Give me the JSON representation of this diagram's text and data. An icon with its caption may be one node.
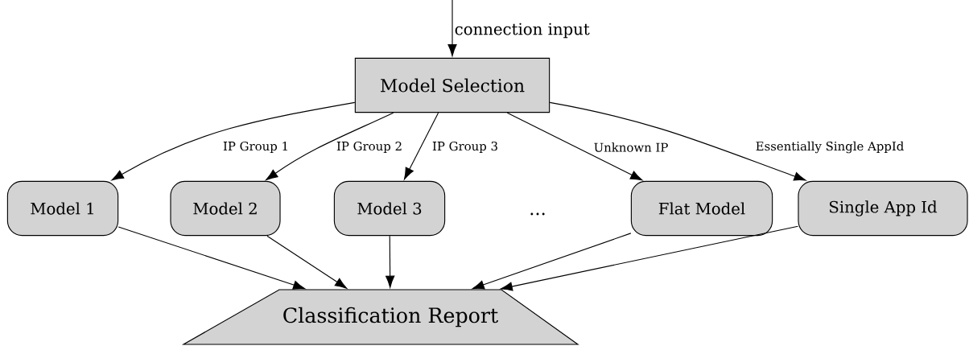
{
  "diagram": {
    "nodes": [
      {
        "text": [
          "Model Selection"
        ]
      },
      {
        "text": [
          "Model 1"
        ]
      },
      {
        "text": [
          "Model 2"
        ]
      },
      {
        "text": [
          "Model 3"
        ]
      },
      {
        "text": [
          "Flat Model"
        ]
      },
      {
        "text": [
          "Single App Id"
        ]
      },
      {
        "text": [
          "Classification Report"
        ]
      }
    ],
    "edges": [
      {
        "from": null,
        "to": 0,
        "arrow": "to",
        "label": "connection input"
      },
      {
        "from": 0,
        "to": 1,
        "arrow": "to",
        "label": "IP Group 1"
      },
      {
        "from": 0,
        "to": 2,
        "arrow": "to",
        "label": "IP Group 2"
      },
      {
        "from": 0,
        "to": 3,
        "arrow": "to",
        "label": "IP Group 3"
      },
      {
        "from": 0,
        "to": 4,
        "arrow": "to",
        "label": "Unknown IP"
      },
      {
        "from": 0,
        "to": 5,
        "arrow": "to",
        "label": "Essentially Single AppId"
      },
      {
        "from": 1,
        "to": 6,
        "arrow": "to"
      },
      {
        "from": 2,
        "to": 6,
        "arrow": "to"
      },
      {
        "from": 3,
        "to": 6,
        "arrow": "to"
      },
      {
        "from": 4,
        "to": 6,
        "arrow": "to"
      },
      {
        "from": 5,
        "to": 6,
        "arrow": "to"
      }
    ],
    "labels": [
      "..."
    ]
  }
}
